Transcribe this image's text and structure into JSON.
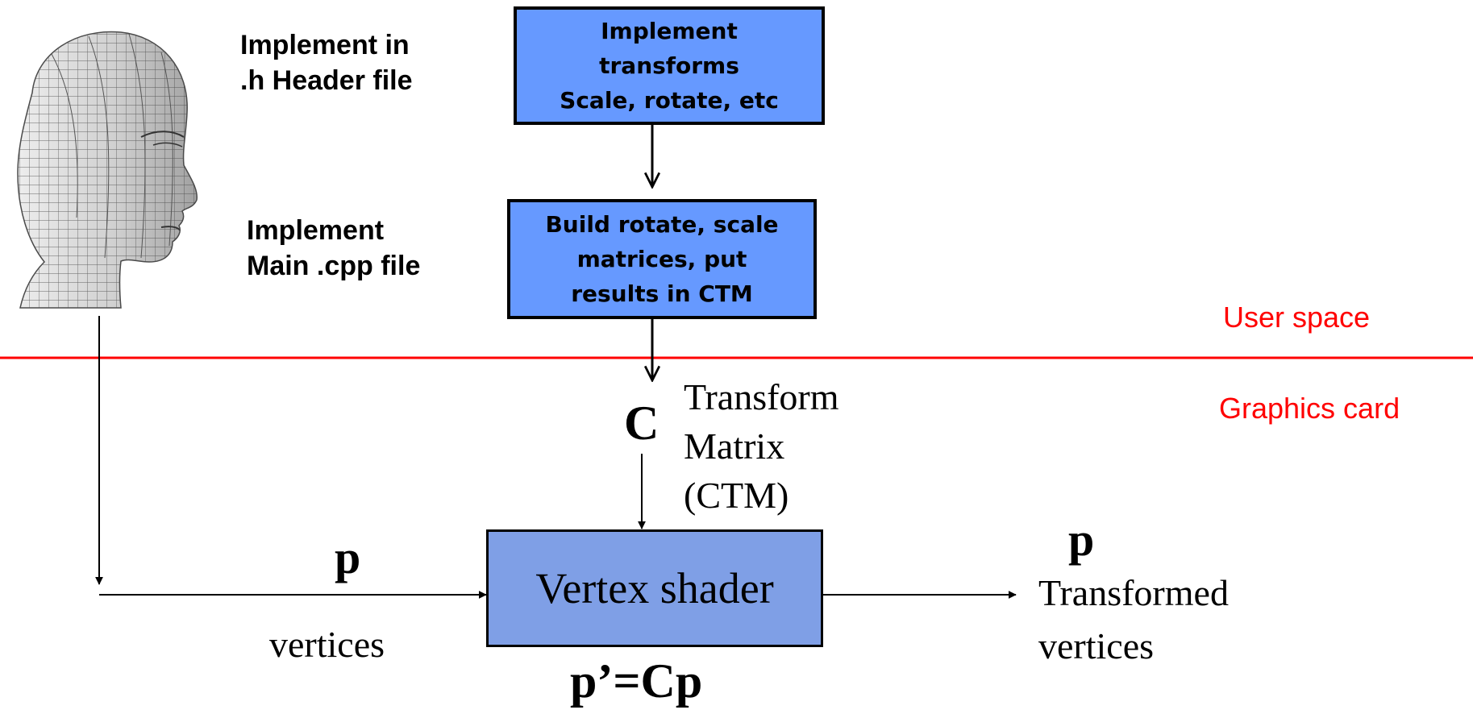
{
  "labels": {
    "header_file": "Implement in\n.h Header file",
    "main_file": "Implement\nMain .cpp file"
  },
  "boxes": {
    "transforms": [
      "Implement",
      "transforms",
      "Scale, rotate, etc"
    ],
    "build": [
      "Build rotate, scale",
      "matrices, put",
      "results in CTM"
    ]
  },
  "zones": {
    "user_space": "User space",
    "graphics_card": "Graphics card"
  },
  "ctm": {
    "symbol": "C",
    "lines": [
      "Transform",
      "Matrix",
      "(CTM)"
    ]
  },
  "shader": {
    "label": "Vertex shader",
    "equation_p": "p",
    "equation_rest": "’=Cp"
  },
  "input": {
    "symbol": "p",
    "caption": "vertices"
  },
  "output": {
    "symbol": "p",
    "caption_line1": "Transformed",
    "caption_line2": "vertices"
  },
  "icons": {
    "head": "wireframe-head-icon"
  },
  "colors": {
    "box_fill": "#6699ff",
    "shader_fill": "#7f9fe6",
    "divider": "#ff0000",
    "zone_text": "#ff0000"
  }
}
